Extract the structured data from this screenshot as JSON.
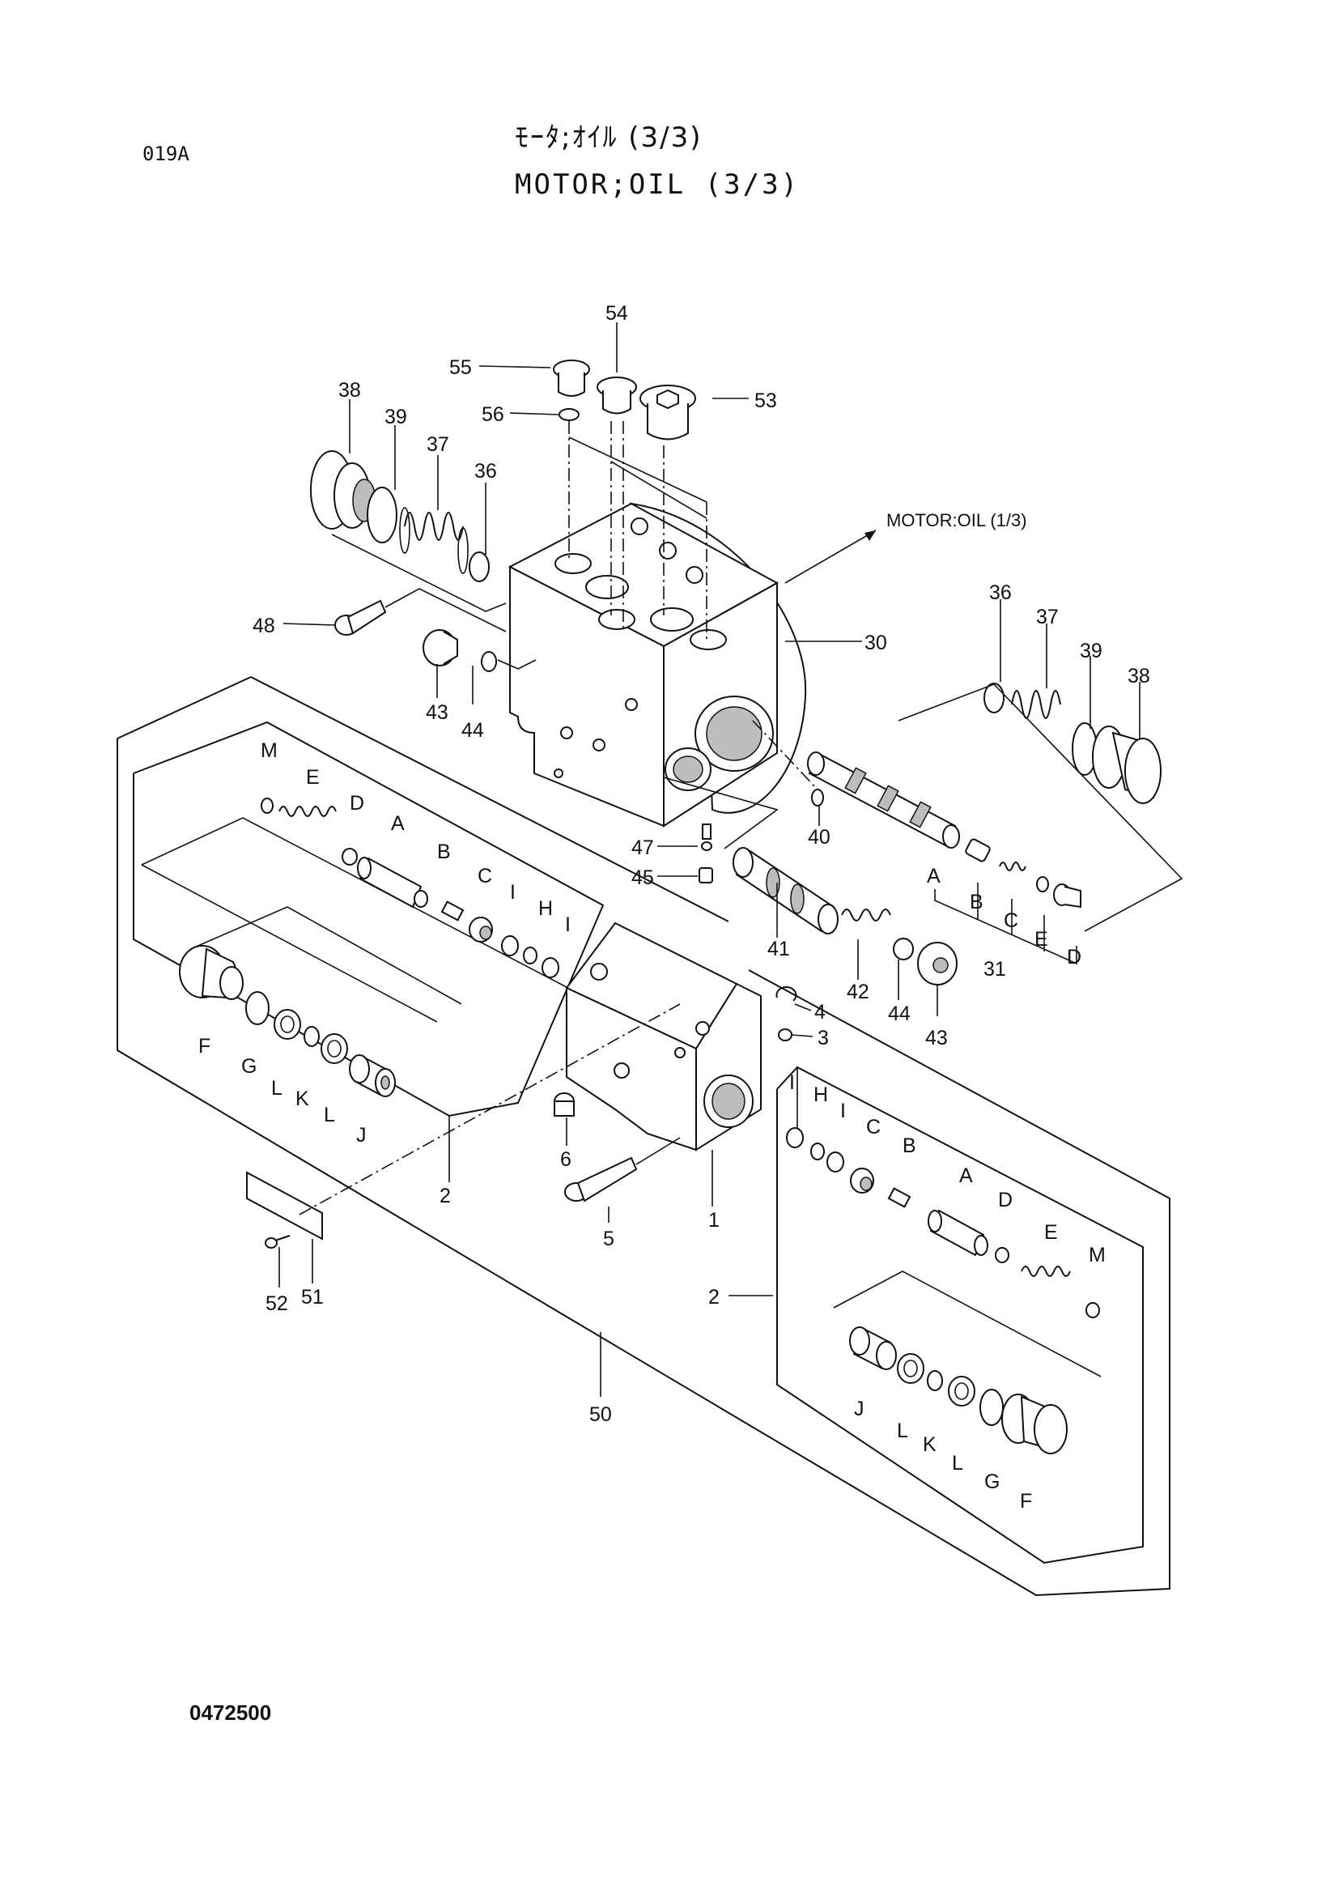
{
  "header": {
    "sheet_code": "019A",
    "title_jp": "ﾓｰﾀ;ｵｲﾙ (3/3)",
    "title_en": "MOTOR;OIL (3/3)"
  },
  "footer": {
    "ref_code": "0472500"
  },
  "callouts": {
    "ref_link": "MOTOR:OIL (1/3)",
    "p54": "54",
    "p55": "55",
    "p56": "56",
    "p53": "53",
    "p38a": "38",
    "p39a": "39",
    "p37a": "37",
    "p36a": "36",
    "p48": "48",
    "p43a": "43",
    "p44a": "44",
    "p30": "30",
    "p36b": "36",
    "p37b": "37",
    "p39b": "39",
    "p38b": "38",
    "p47": "47",
    "p45": "45",
    "p40": "40",
    "p41": "41",
    "p42": "42",
    "p44b": "44",
    "p43b": "43",
    "p4": "4",
    "p3": "3",
    "p6": "6",
    "p5": "5",
    "p1": "1",
    "p2a": "2",
    "p2b": "2",
    "p52": "52",
    "p51": "51",
    "p50": "50",
    "p31": "31",
    "v31": [
      "A",
      "B",
      "C",
      "E",
      "D"
    ],
    "left_upper": [
      "M",
      "E",
      "D",
      "A",
      "B",
      "C",
      "I",
      "H",
      "I"
    ],
    "left_lower": [
      "F",
      "G",
      "L",
      "K",
      "L",
      "J"
    ],
    "right_upper": [
      "I",
      "H",
      "I",
      "C",
      "B",
      "A",
      "D",
      "E",
      "M"
    ],
    "right_lower": [
      "J",
      "L",
      "K",
      "L",
      "G",
      "F"
    ]
  }
}
